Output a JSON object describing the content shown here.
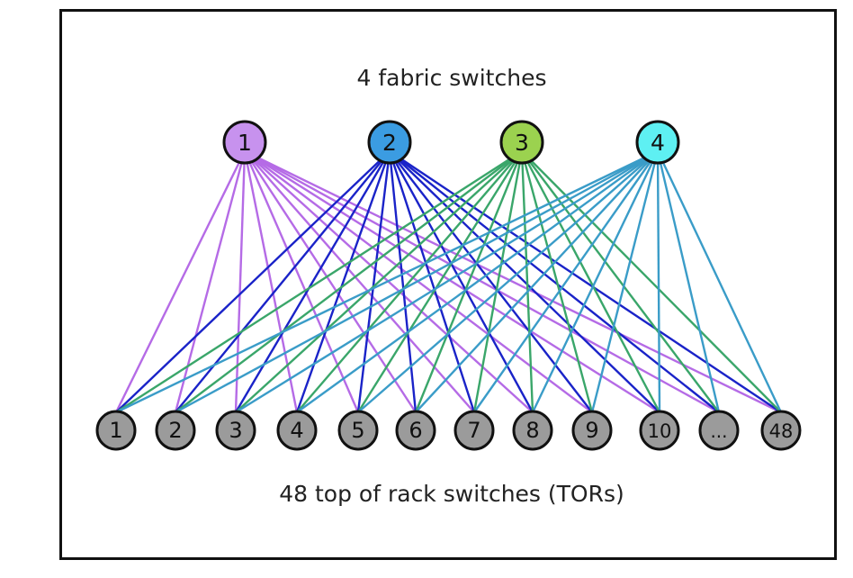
{
  "titles": {
    "fabric": "4 fabric switches",
    "tors": "48 top of rack switches (TORs)"
  },
  "fabric_switches": [
    {
      "label": "1",
      "fill": "#c792ee",
      "link_color": "#b56be6"
    },
    {
      "label": "2",
      "fill": "#3b9ce2",
      "link_color": "#1a23c8"
    },
    {
      "label": "3",
      "fill": "#9bd24f",
      "link_color": "#3aa66a"
    },
    {
      "label": "4",
      "fill": "#5ef0f2",
      "link_color": "#3a9cc8"
    }
  ],
  "tor_switches": [
    {
      "label": "1"
    },
    {
      "label": "2"
    },
    {
      "label": "3"
    },
    {
      "label": "4"
    },
    {
      "label": "5"
    },
    {
      "label": "6"
    },
    {
      "label": "7"
    },
    {
      "label": "8"
    },
    {
      "label": "9"
    },
    {
      "label": "10"
    },
    {
      "label": "..."
    },
    {
      "label": "48"
    }
  ],
  "colors": {
    "tor_fill": "#9b9b9b",
    "node_stroke": "#111111",
    "frame": "#111111"
  }
}
